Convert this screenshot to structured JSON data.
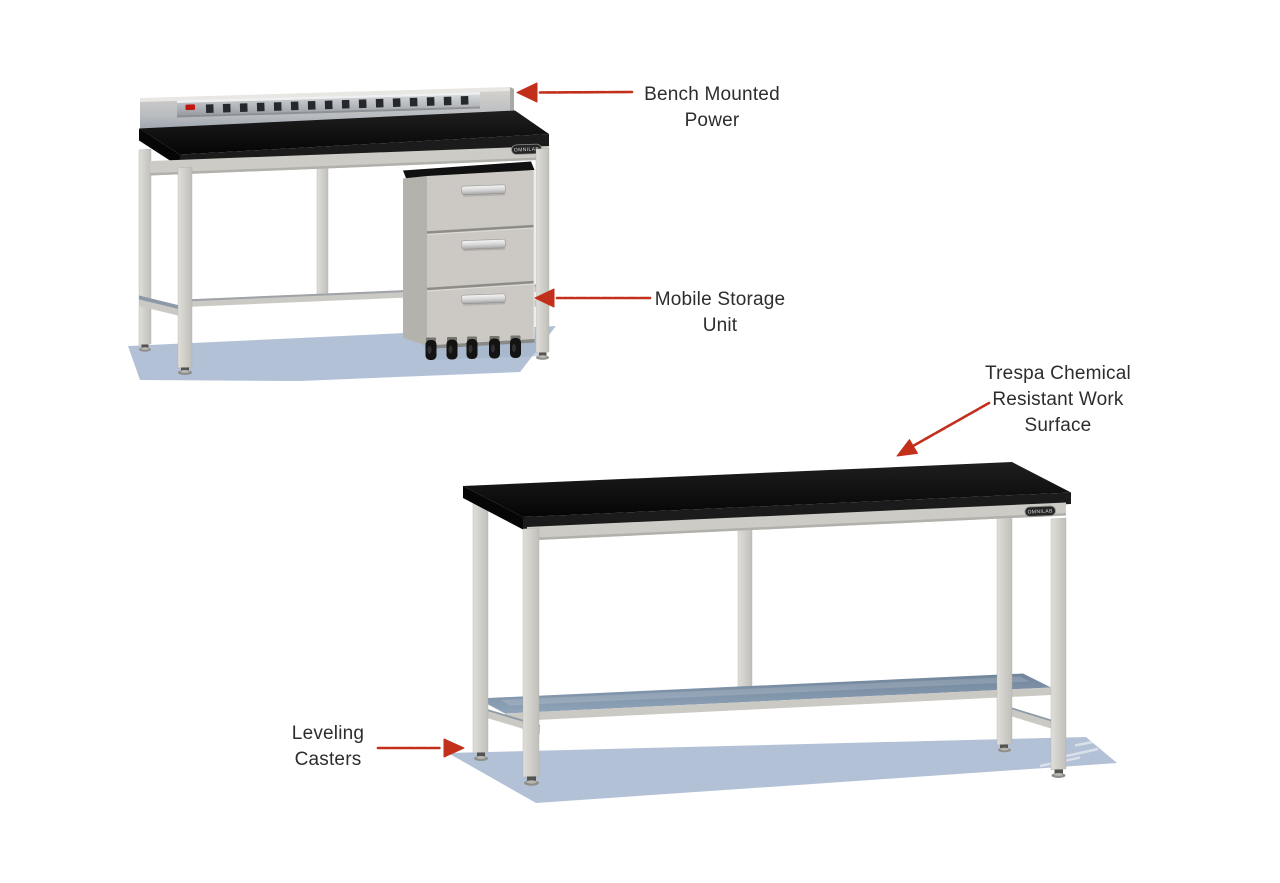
{
  "image_alt": "Annotated product renderings of two laboratory workbenches",
  "colors": {
    "accent-red": "#c2301c",
    "text": "#2d2d2d",
    "worktop-black": "#0d0d0d",
    "frame-gray": "#d2d0cb",
    "panel-gray": "#c6c9cc",
    "shelf-blue-gray": "#7e92a8",
    "shadow": "#b3c1d6",
    "power-switch-red": "#c01712"
  },
  "brand": {
    "badge_text": "OMNILAB"
  },
  "annotations": [
    {
      "id": "bench-mounted-power",
      "text": "Bench Mounted Power",
      "lines": [
        "Bench Mounted",
        "Power"
      ]
    },
    {
      "id": "mobile-storage-unit",
      "text": "Mobile Storage Unit",
      "lines": [
        "Mobile Storage",
        "Unit"
      ]
    },
    {
      "id": "trespa-work-surface",
      "text": "Trespa Chemical Resistant Work Surface",
      "lines": [
        "Trespa Chemical",
        "Resistant Work",
        "Surface"
      ]
    },
    {
      "id": "leveling-casters",
      "text": "Leveling Casters",
      "lines": [
        "Leveling",
        "Casters"
      ]
    }
  ],
  "benches": [
    {
      "id": "bench-with-power-and-storage",
      "alt": "Bench with black worktop, backsplash power rail and mobile 3-drawer storage unit",
      "power_outlet_count": 16,
      "has_red_power_switch": true,
      "drawer_count": 3,
      "caster_count": 5
    },
    {
      "id": "bench-with-lower-shelf",
      "alt": "Bench with black chemical resistant worktop, lower shelf and leveling feet",
      "visible_leveling_feet": 4,
      "has_lower_shelf": true
    }
  ]
}
